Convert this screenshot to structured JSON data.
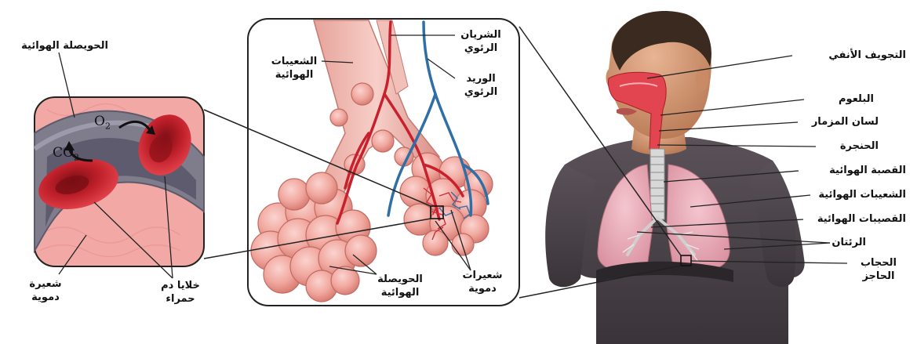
{
  "formulas": {
    "o2": {
      "base": "O",
      "sub": "2"
    },
    "co2": {
      "base": "CO",
      "sub": "2"
    }
  },
  "labels": {
    "alveolus_left": "الحويصلة الهوائية",
    "capillary_left": "شعيرة دموية",
    "red_blood_cells": "خلايا دم حمراء",
    "bronchioles_middle": "الشعيبات الهوائية",
    "pulmonary_artery": "الشريان الرئوي",
    "pulmonary_vein": "الوريد الرئوي",
    "alveoli_middle": "الحويصلة الهوائية",
    "capillaries_middle": "شعيرات دموية",
    "nasal_cavity": "التجويف الأنفي",
    "pharynx": "البلعوم",
    "epiglottis": "لسان المزمار",
    "larynx": "الحنجرة",
    "trachea": "القصبة الهوائية",
    "bronchi": "الشعيبات الهوائية",
    "bronchioles_right": "القصيبات الهوائية",
    "lungs": "الرئتان",
    "diaphragm": "الحجاب الحاجز"
  }
}
